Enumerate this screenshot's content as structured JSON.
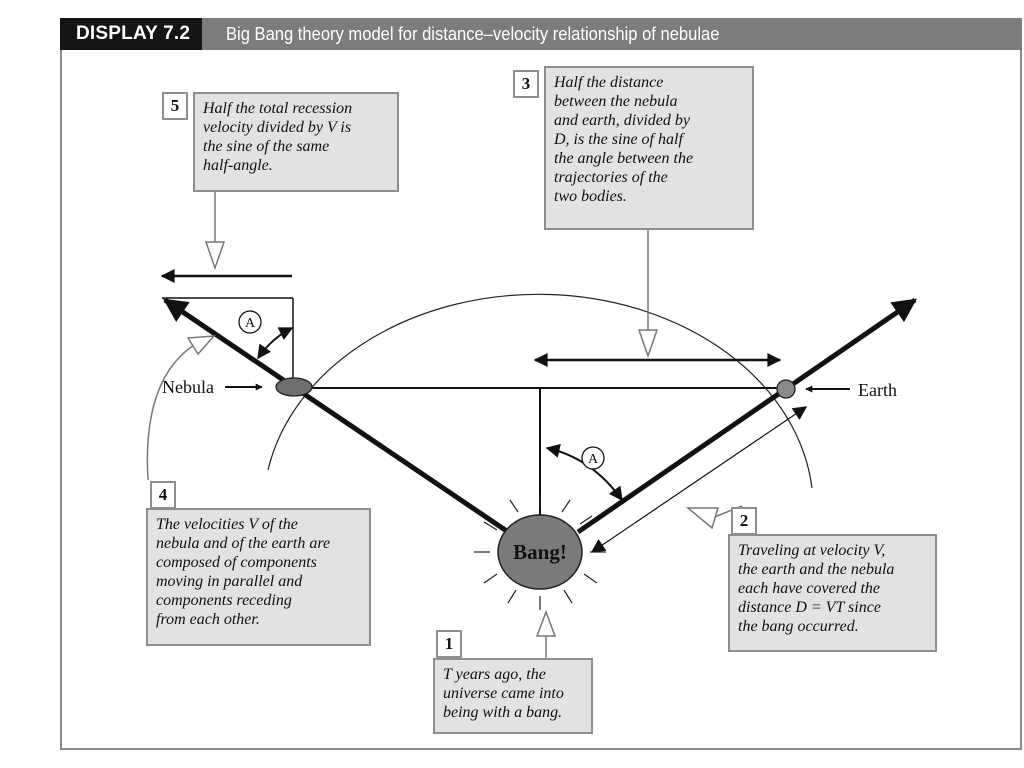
{
  "header": {
    "label": "DISPLAY 7.2",
    "title": "Big Bang theory model for distance–velocity relationship of nebulae"
  },
  "diagram": {
    "nebula_label": "Nebula",
    "earth_label": "Earth",
    "bang_label": "Bang!",
    "angle_label": "A"
  },
  "callouts": {
    "c1": {
      "number": "1",
      "text": "T years ago, the\nuniverse came into\nbeing with a bang."
    },
    "c2": {
      "number": "2",
      "text": "Traveling at velocity V,\nthe earth and the nebula\neach have covered the\ndistance D = VT since\nthe bang occurred."
    },
    "c3": {
      "number": "3",
      "text": "Half the distance\nbetween the nebula\nand earth, divided by\nD, is the sine of half\nthe angle between the\ntrajectories of the\ntwo bodies."
    },
    "c4": {
      "number": "4",
      "text": "The velocities V of the\nnebula and of the earth are\ncomposed of components\nmoving in parallel and\ncomponents receding\nfrom each other."
    },
    "c5": {
      "number": "5",
      "text": "Half the total recession\nvelocity divided by V is\nthe sine of the same\nhalf-angle."
    }
  }
}
